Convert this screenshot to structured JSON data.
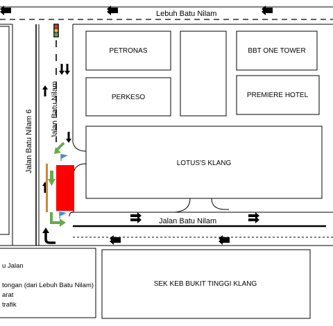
{
  "roads": {
    "top": "Lebuh Batu Nilam",
    "left": "Jalan Batu Nilam 6",
    "inner": "Jalan Batu Nilam",
    "bottom": "Jalan Batu Nilam"
  },
  "buildings": {
    "petronas": "PETRONAS",
    "bbt": "BBT ONE TOWER",
    "perkeso": "PERKESO",
    "premiere": "PREMIERE HOTEL",
    "lotus": "LOTUS'S KLANG",
    "school": "SEK KEB BUKIT TINGGI KLANG"
  },
  "legend": {
    "item1": "u Jalan",
    "item2": "tongan (dari Lebuh Batu Nilam)",
    "item3": "arat",
    "item4": "trafik"
  },
  "colors": {
    "closure_area": "#ff0000",
    "detour_arrow": "#6aa84f",
    "cone_line": "#c8873c",
    "flag": "#3d8fd6",
    "light_red": "#e0302a",
    "light_amber": "#f2b233",
    "light_green": "#4caf50"
  }
}
